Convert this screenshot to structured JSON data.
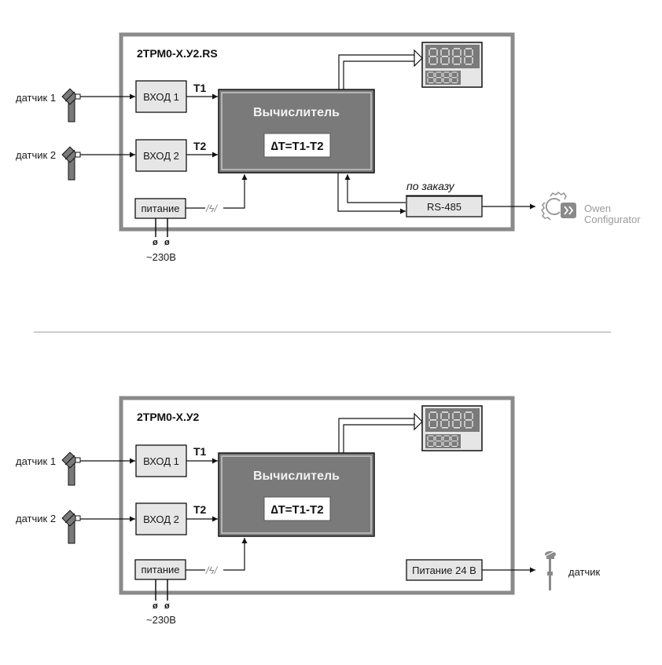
{
  "diagrams": [
    {
      "id": "with-rs485",
      "device_title": "2ТРМ0-Х.У2.RS",
      "sensors": [
        {
          "label": "датчик 1"
        },
        {
          "label": "датчик 2"
        }
      ],
      "inputs": [
        {
          "label": "ВХОД 1",
          "signal": "Т1"
        },
        {
          "label": "ВХОД 2",
          "signal": "Т2"
        }
      ],
      "calculator": {
        "label": "Вычислитель",
        "formula": "∆T=T1-T2"
      },
      "display": {
        "main_digits": "8.8.8.8",
        "sub_digits": "8888"
      },
      "power": {
        "label": "питание",
        "supply": "~230В",
        "terminal_symbol": "ø"
      },
      "interface": {
        "note": "по заказу",
        "label": "RS-485"
      },
      "external": {
        "line1": "Owen",
        "line2": "Configurator",
        "icon": "gear-chevron-icon"
      }
    },
    {
      "id": "without-rs485",
      "device_title": "2ТРМ0-Х.У2",
      "sensors": [
        {
          "label": "датчик 1"
        },
        {
          "label": "датчик 2"
        }
      ],
      "inputs": [
        {
          "label": "ВХОД 1",
          "signal": "Т1"
        },
        {
          "label": "ВХОД 2",
          "signal": "Т2"
        }
      ],
      "calculator": {
        "label": "Вычислитель",
        "formula": "∆T=T1-T2"
      },
      "display": {
        "main_digits": "8.8.8.8",
        "sub_digits": "8888"
      },
      "power": {
        "label": "питание",
        "supply": "~230В",
        "terminal_symbol": "ø"
      },
      "aux_power": {
        "label": "Питание 24 В"
      },
      "external_sensor": {
        "label": "датчик",
        "icon": "thermocouple-icon"
      }
    }
  ],
  "colors": {
    "frame": "#8a8a8a",
    "block_fill": "#e6e6e6",
    "calc_fill": "#7a7a7a",
    "line": "#111111",
    "owen_gray": "#9a9a9a"
  }
}
